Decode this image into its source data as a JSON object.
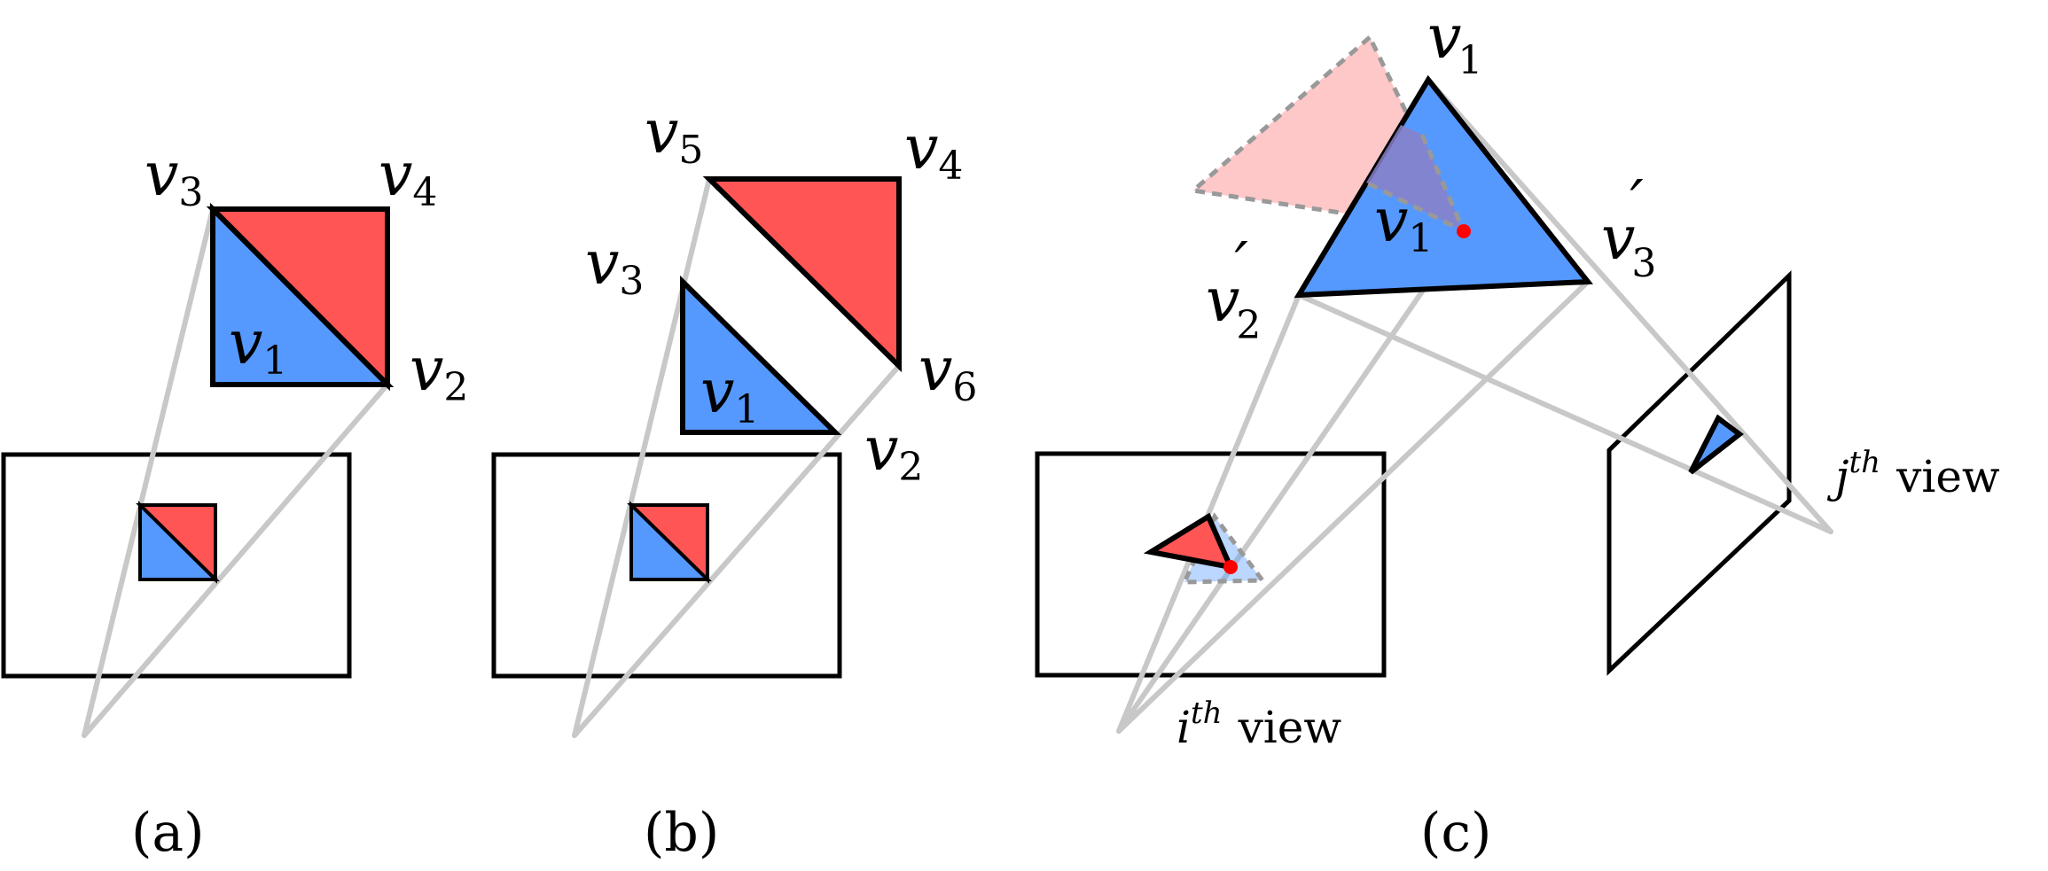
{
  "panels": {
    "a": {
      "caption": "(a)",
      "labels": {
        "v3": "v",
        "v3_sub": "3",
        "v4": "v",
        "v4_sub": "4",
        "v1": "v",
        "v1_sub": "1",
        "v2": "v",
        "v2_sub": "2"
      }
    },
    "b": {
      "caption": "(b)",
      "labels": {
        "v5": "v",
        "v5_sub": "5",
        "v4": "v",
        "v4_sub": "4",
        "v3": "v",
        "v3_sub": "3",
        "v1": "v",
        "v1_sub": "1",
        "v6": "v",
        "v6_sub": "6",
        "v2": "v",
        "v2_sub": "2"
      }
    },
    "c": {
      "caption": "(c)",
      "labels": {
        "v1p": "v",
        "v1p_sub": "1",
        "v1p_prime": "′",
        "v1": "v",
        "v1_sub": "1",
        "v2p": "v",
        "v2p_sub": "2",
        "v2p_prime": "′",
        "v3p": "v",
        "v3p_sub": "3",
        "v3p_prime": "′"
      },
      "view_i": {
        "letter": "i",
        "sup": "th",
        "word": "view"
      },
      "view_j": {
        "letter": "j",
        "sup": "th",
        "word": "view"
      }
    }
  },
  "colors": {
    "blue": "#5599ff",
    "red": "#ff5555",
    "ray": "#c8c8c8",
    "point": "#ff0000"
  }
}
